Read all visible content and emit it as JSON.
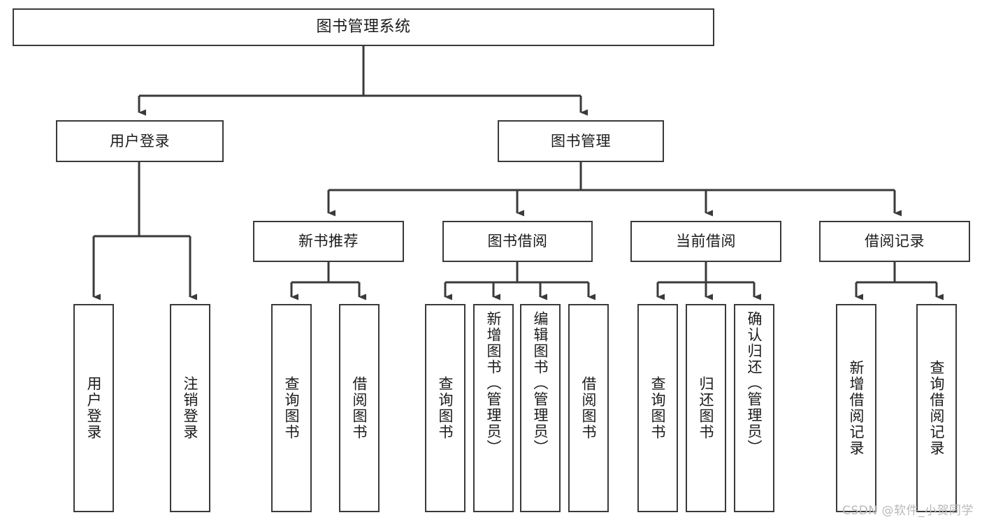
{
  "meta": {
    "diagram_title": "图书管理系统",
    "watermark": "CSDN @软件_小贺同学",
    "colors": {
      "background": "#ffffff",
      "box_border": "#3a3a3a",
      "box_fill": "#ffffff",
      "connector": "#3a3a3a",
      "text": "#1b1b1b",
      "watermark": "#b9b9b9"
    }
  },
  "nodes": {
    "root": {
      "label": "图书管理系统"
    },
    "level2": {
      "user_login": {
        "label": "用户登录"
      },
      "book_manage": {
        "label": "图书管理"
      }
    },
    "level3": {
      "new_book_recommend": {
        "label": "新书推荐"
      },
      "book_borrow": {
        "label": "图书借阅"
      },
      "current_borrow": {
        "label": "当前借阅"
      },
      "borrow_record": {
        "label": "借阅记录"
      }
    },
    "leaves": {
      "user_login": [
        {
          "label": "用户登录"
        },
        {
          "label": "注销登录"
        }
      ],
      "new_book_recommend": [
        {
          "label": "查询图书"
        },
        {
          "label": "借阅图书"
        }
      ],
      "book_borrow": [
        {
          "label": "查询图书"
        },
        {
          "label": "新增图书（管理员）"
        },
        {
          "label": "编辑图书（管理员）"
        },
        {
          "label": "借阅图书"
        }
      ],
      "current_borrow": [
        {
          "label": "查询图书"
        },
        {
          "label": "归还图书"
        },
        {
          "label": "确认归还（管理员）"
        }
      ],
      "borrow_record": [
        {
          "label": "新增借阅记录"
        },
        {
          "label": "查询借阅记录"
        }
      ]
    }
  }
}
